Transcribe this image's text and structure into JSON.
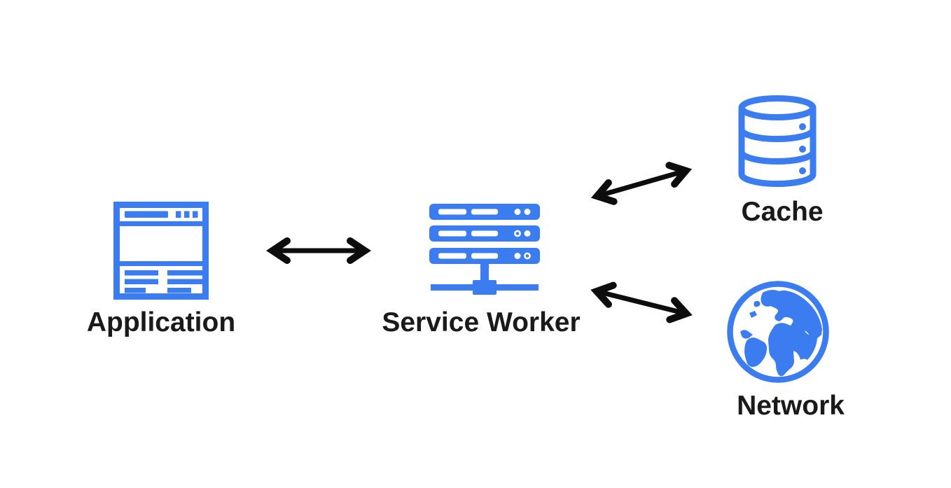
{
  "diagram": {
    "colors": {
      "icon_blue": "#3b7df0",
      "arrow_black": "#0d0d0d",
      "label_text": "#1a1a1a",
      "background": "#ffffff"
    },
    "nodes": [
      {
        "id": "application",
        "label": "Application",
        "icon": "browser-window-icon"
      },
      {
        "id": "service-worker",
        "label": "Service Worker",
        "icon": "server-rack-icon"
      },
      {
        "id": "cache",
        "label": "Cache",
        "icon": "database-cylinder-icon"
      },
      {
        "id": "network",
        "label": "Network",
        "icon": "globe-icon"
      }
    ],
    "edges": [
      {
        "from": "Application",
        "to": "Service Worker",
        "style": "double-headed-arrow"
      },
      {
        "from": "Service Worker",
        "to": "Cache",
        "style": "double-headed-arrow"
      },
      {
        "from": "Service Worker",
        "to": "Network",
        "style": "double-headed-arrow"
      }
    ]
  }
}
